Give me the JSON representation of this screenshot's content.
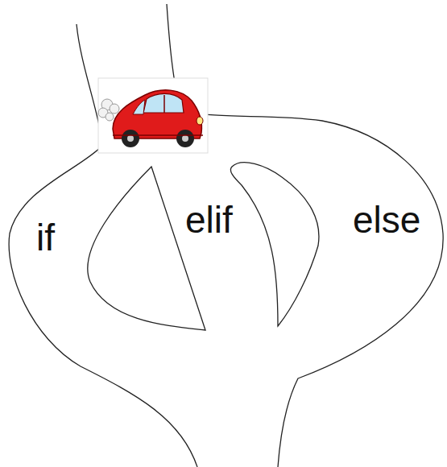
{
  "diagram": {
    "labels": [
      "if",
      "elif",
      "else"
    ]
  }
}
